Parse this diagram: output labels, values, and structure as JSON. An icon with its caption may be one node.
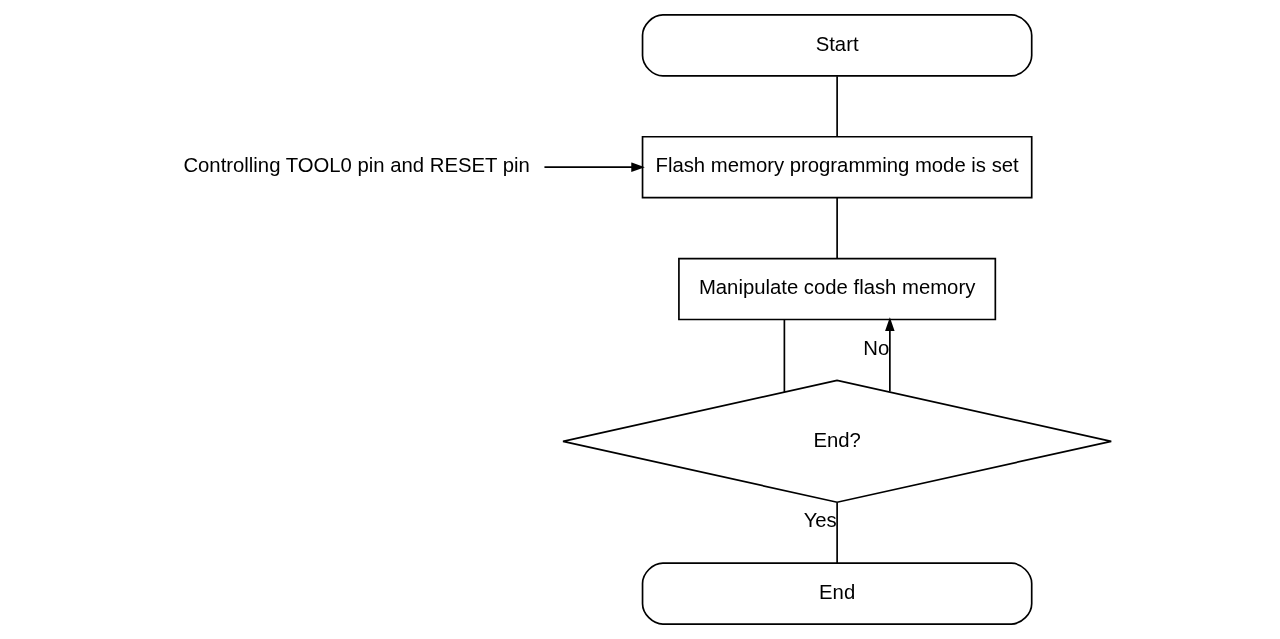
{
  "diagram": {
    "nodes": [
      {
        "text": [
          "Start"
        ]
      },
      {
        "text": [
          "Controlling TOOL0 pin and RESET pin"
        ]
      },
      {
        "text": [
          "Flash memory programming mode is set"
        ]
      },
      {
        "text": [
          "Manipulate code flash memory"
        ]
      },
      {
        "text": [
          "End?"
        ]
      },
      {
        "text": [
          "End"
        ]
      }
    ],
    "edges": [
      {
        "from": 0,
        "to": 2,
        "arrow": "none"
      },
      {
        "from": 1,
        "to": 2,
        "arrow": "to"
      },
      {
        "from": 2,
        "to": 3,
        "arrow": "none"
      },
      {
        "from": 3,
        "to": 4,
        "arrow": "none"
      },
      {
        "from": 4,
        "to": 3,
        "arrow": "to",
        "label": "No"
      },
      {
        "from": 4,
        "to": 5,
        "arrow": "none",
        "label": "Yes"
      }
    ]
  }
}
